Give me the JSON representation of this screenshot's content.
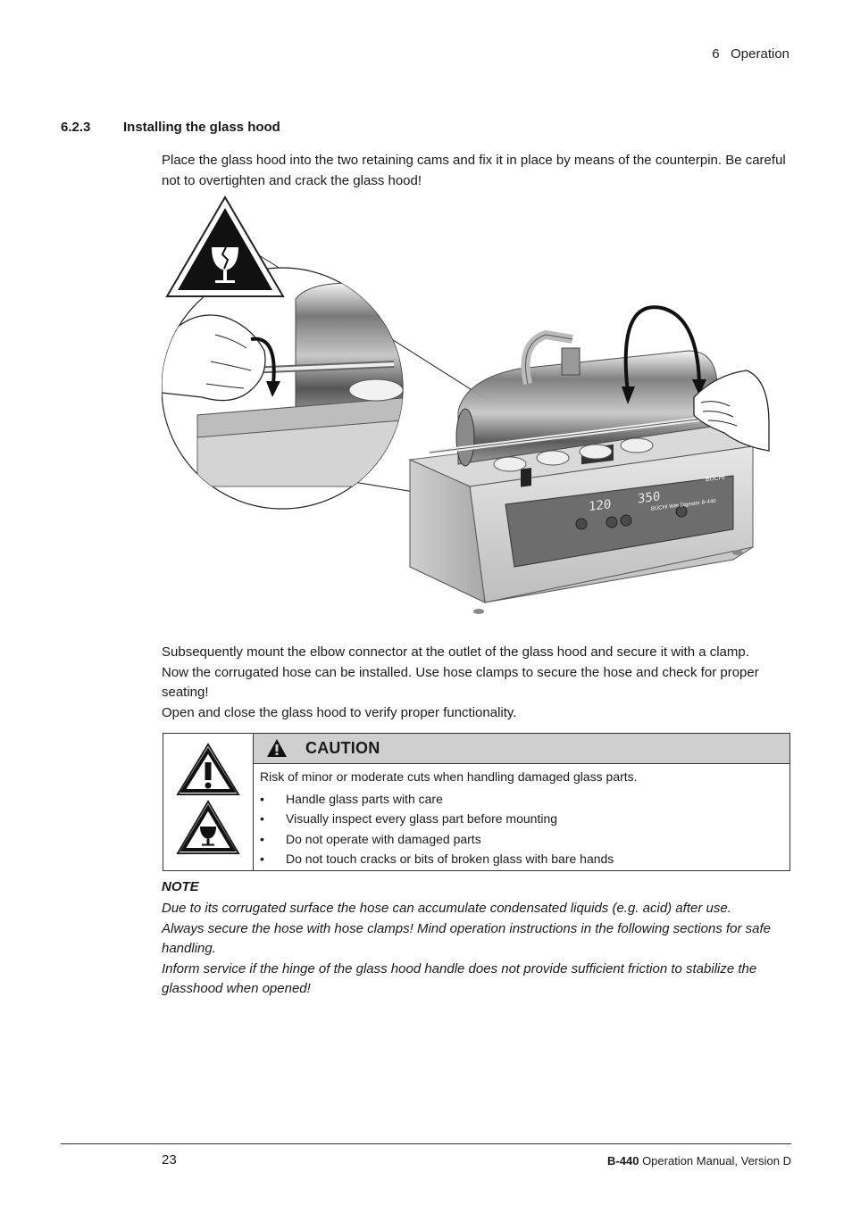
{
  "header": {
    "chapter": "6   Operation"
  },
  "section": {
    "number": "6.2.3",
    "title": "Installing the glass hood"
  },
  "intro": "Place the glass hood into the two retaining cams and fix it in place by means of the counterpin. Be careful not to overtighten and crack the glass hood!",
  "figure": {
    "panel_digits_left": "120",
    "panel_digits_right": "350",
    "brand_small": "BÜCHI",
    "model_label": "BÜCHI Wet Digester B-440"
  },
  "paragraphs": [
    "Subsequently mount the elbow connector at the outlet of the glass hood and secure it with a clamp.",
    "Now the corrugated hose can be installed. Use hose clamps to secure the hose and check for proper seating!",
    "Open and close the glass hood to verify proper functionality."
  ],
  "caution": {
    "title": "CAUTION",
    "lead": "Risk of minor or moderate cuts when handling damaged glass parts.",
    "items": [
      "Handle glass parts with care",
      "Visually inspect every glass part before mounting",
      "Do not operate with damaged parts",
      "Do not touch cracks or bits of broken glass with bare hands"
    ],
    "bullet": "•"
  },
  "note": {
    "title": "NOTE",
    "lines": [
      "Due to its corrugated surface the hose can accumulate condensated liquids (e.g. acid) after use.",
      "Always secure the hose with hose clamps! Mind operation instructions in the following sections for safe handling.",
      "Inform service if the hinge of the glass hood handle does not provide sufficient friction to stabilize the glasshood when opened!"
    ]
  },
  "footer": {
    "page_number": "23",
    "model": "B-440",
    "manual": " Operation Manual, Version D"
  }
}
